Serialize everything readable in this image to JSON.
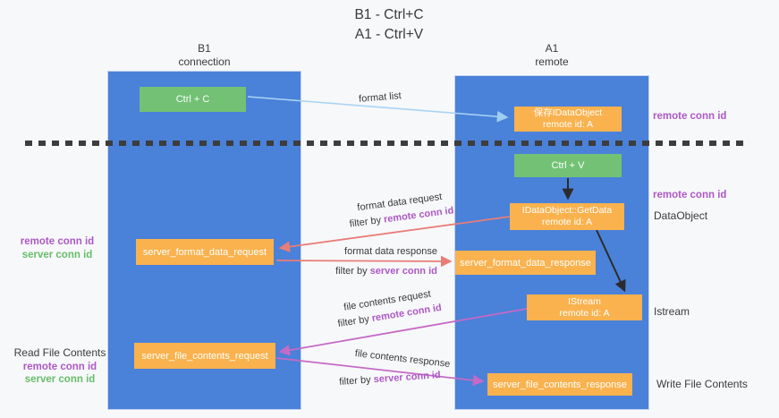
{
  "title": {
    "line1": "B1 - Ctrl+C",
    "line2": "A1 - Ctrl+V"
  },
  "lanes": {
    "left": {
      "name": "B1",
      "subtitle": "connection"
    },
    "right": {
      "name": "A1",
      "subtitle": "remote"
    }
  },
  "boxes": {
    "ctrl_c": {
      "label": "Ctrl + C"
    },
    "ctrl_v": {
      "label": "Ctrl + V"
    },
    "save_idataobject": {
      "line1": "保存IDataObject",
      "line2": "remote id: A"
    },
    "idataobject_getdata": {
      "line1": "IDataObject::GetData",
      "line2": "remote id: A"
    },
    "istream": {
      "line1": "IStream",
      "line2": "remote id: A"
    },
    "server_format_data_request": {
      "label": "server_format_data_request"
    },
    "server_format_data_response": {
      "label": "server_format_data_response"
    },
    "server_file_contents_request": {
      "label": "server_file_contents_request"
    },
    "server_file_contents_response": {
      "label": "server_file_contents_response"
    }
  },
  "arrow_labels": {
    "format_list": "format list",
    "format_data_request": "format data request",
    "format_data_response": "format data response",
    "file_contents_request": "file contents request",
    "file_contents_response": "file contents response",
    "filter_by": "filter by",
    "remote_conn_id": "remote conn id",
    "server_conn_id": "server conn id"
  },
  "side_labels": {
    "remote_conn_id": "remote conn id",
    "server_conn_id": "server conn id",
    "dataobject": "DataObject",
    "istream": "Istream",
    "read_file_contents": "Read File Contents",
    "write_file_contents": "Write File Contents"
  },
  "colors": {
    "lane_blue": "#4a81d9",
    "box_orange": "#f9b24e",
    "box_green": "#72c175",
    "purple_label": "#ac59c4",
    "green_label": "#67bd6b",
    "salmon_arrow": "#e87d78",
    "magenta_arrow": "#c56ac5",
    "light_blue_arrow": "#a9d4f2",
    "dark_text": "#3a3a3a"
  }
}
